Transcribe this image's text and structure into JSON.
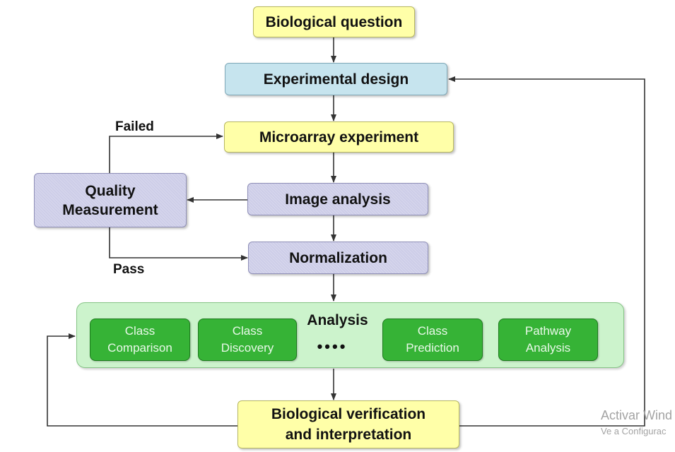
{
  "nodes": {
    "biological_question": "Biological question",
    "experimental_design": "Experimental design",
    "microarray_experiment": "Microarray experiment",
    "image_analysis": "Image analysis",
    "quality_measurement": {
      "line1": "Quality",
      "line2": "Measurement"
    },
    "normalization": "Normalization",
    "analysis": {
      "title": "Analysis",
      "ellipsis": "••••",
      "methods": [
        {
          "line1": "Class",
          "line2": "Comparison"
        },
        {
          "line1": "Class",
          "line2": "Discovery"
        },
        {
          "line1": "Class",
          "line2": "Prediction"
        },
        {
          "line1": "Pathway",
          "line2": "Analysis"
        }
      ]
    },
    "biological_verification": {
      "line1": "Biological verification",
      "line2": "and interpretation"
    }
  },
  "edge_labels": {
    "failed": "Failed",
    "pass": "Pass"
  },
  "watermark": {
    "line1": "Activar Wind",
    "line2": "Ve a Configurac"
  },
  "colors": {
    "yellow_box": "#ffffa8",
    "blue_box": "#c6e4ee",
    "purple_box": "#cdcde8",
    "analysis_panel": "#ccf3cc",
    "method_box": "#36b336",
    "arrow": "#333333"
  }
}
